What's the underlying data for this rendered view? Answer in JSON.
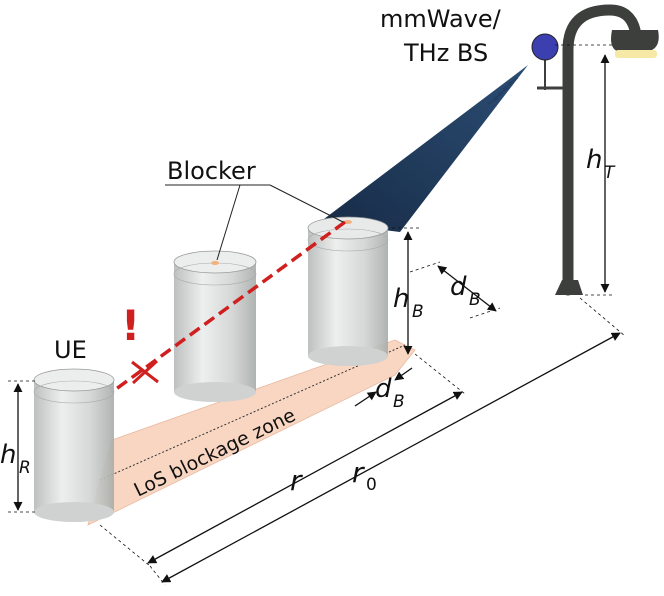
{
  "labels": {
    "bs_line1": "mmWave/",
    "bs_line2": "THz BS",
    "blocker": "Blocker",
    "ue": "UE",
    "zone": "LoS blockage zone",
    "exclaim": "!",
    "hT": "h",
    "hT_sub": "T",
    "hB": "h",
    "hB_sub": "B",
    "hR": "h",
    "hR_sub": "R",
    "dB_top": "d",
    "dB_top_sub": "B",
    "dB_bottom": "d",
    "dB_bottom_sub": "B",
    "r": "r",
    "r0": "r",
    "r0_sub": "0"
  },
  "colors": {
    "beam": "#1f3a5c",
    "zone": "#f8d6c2",
    "los_ray": "#d01f1f",
    "bs": "#3b3fb0",
    "lamp": "#3d3f3d",
    "lamp_light": "#f6e9a6",
    "cylinder": "#d7dad8"
  }
}
